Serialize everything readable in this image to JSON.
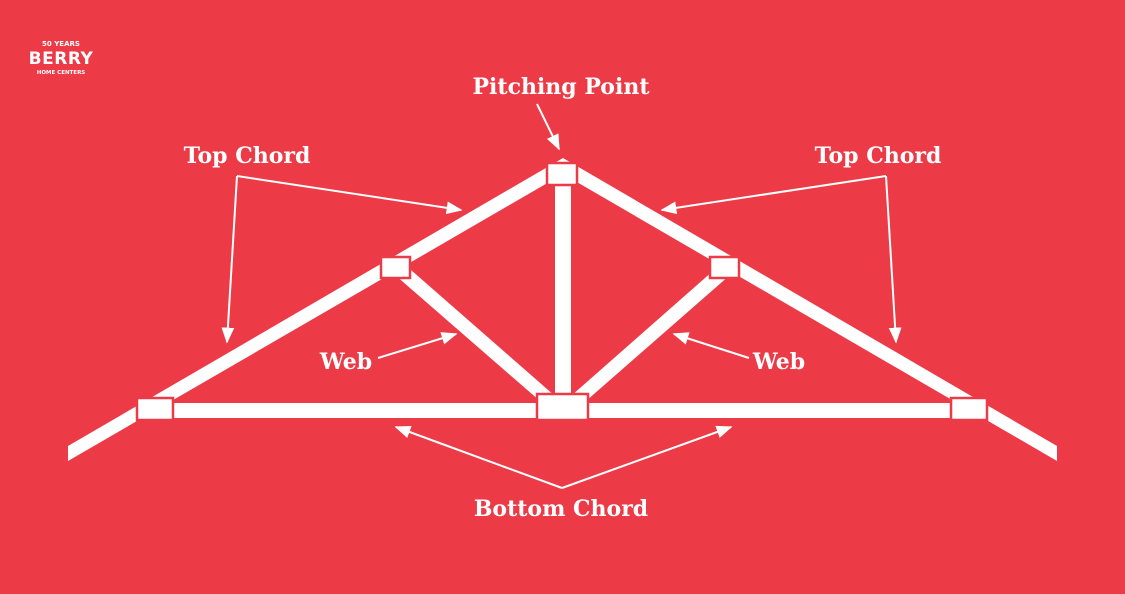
{
  "colors": {
    "background": "#ec3a46",
    "foreground": "#ffffff"
  },
  "logo": {
    "top_text": "50 YEARS",
    "main_text": "BERRY",
    "bottom_text": "HOME CENTERS"
  },
  "labels": {
    "pitching_point": "Pitching Point",
    "top_chord_left": "Top Chord",
    "top_chord_right": "Top Chord",
    "web_left": "Web",
    "web_right": "Web",
    "bottom_chord": "Bottom Chord"
  }
}
